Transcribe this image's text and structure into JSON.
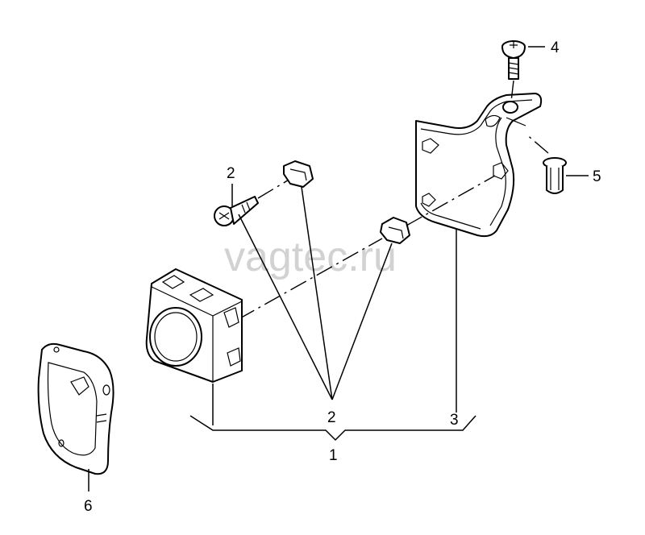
{
  "watermark": "vagtec.ru",
  "callouts": {
    "item_1": "1",
    "item_2_upper": "2",
    "item_2_lower": "2",
    "item_3": "3",
    "item_4": "4",
    "item_5": "5",
    "item_6": "6"
  }
}
